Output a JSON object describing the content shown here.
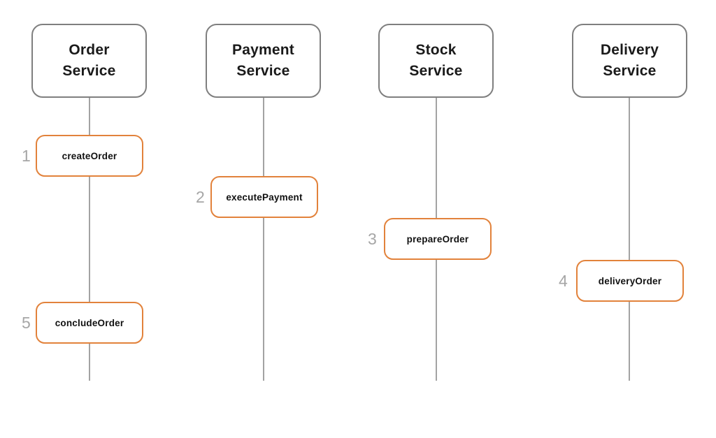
{
  "diagram": {
    "kind": "service-sequence-diagram",
    "background": "#ffffff"
  },
  "services": [
    {
      "name": "Order\nService"
    },
    {
      "name": "Payment\nService"
    },
    {
      "name": "Stock\nService"
    },
    {
      "name": "Delivery\nService"
    }
  ],
  "steps": [
    {
      "number": "1",
      "label": "createOrder",
      "service": "Order Service"
    },
    {
      "number": "2",
      "label": "executePayment",
      "service": "Payment Service"
    },
    {
      "number": "3",
      "label": "prepareOrder",
      "service": "Stock Service"
    },
    {
      "number": "4",
      "label": "deliveryOrder",
      "service": "Delivery Service"
    },
    {
      "number": "5",
      "label": "concludeOrder",
      "service": "Order Service"
    }
  ],
  "colors": {
    "step_border_orange": "#e2823b",
    "service_border_gray": "#7f7f7f",
    "lifeline_gray": "#a3a3a3",
    "step_number_gray": "#a6a6a6",
    "text_black": "#1a1a1a"
  }
}
